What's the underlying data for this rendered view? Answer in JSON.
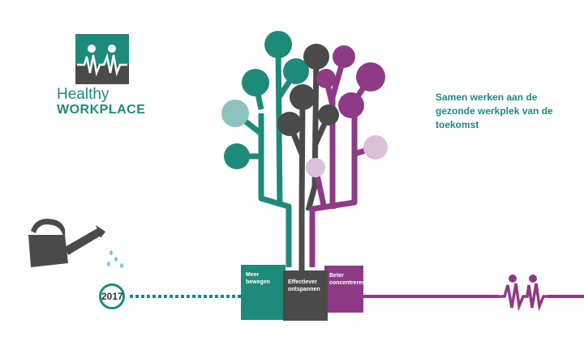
{
  "logo": {
    "line1": "Healthy",
    "line2": "WORKPLACE"
  },
  "tagline": "Samen werken aan de gezonde werkplek van de toekomst",
  "year": "2017",
  "boxes": [
    {
      "label": "Meer bewegen",
      "color": "#1e8a7a"
    },
    {
      "label": "Effectiever ontspannen",
      "color": "#4a4a4a"
    },
    {
      "label": "Beter concentreren",
      "color": "#8e3a87"
    }
  ],
  "colors": {
    "teal": "#1e8a7a",
    "dark": "#4a4a4a",
    "purple": "#8e3a87",
    "light_teal": "#8cc3bd",
    "light_purple": "#dcc0da"
  }
}
